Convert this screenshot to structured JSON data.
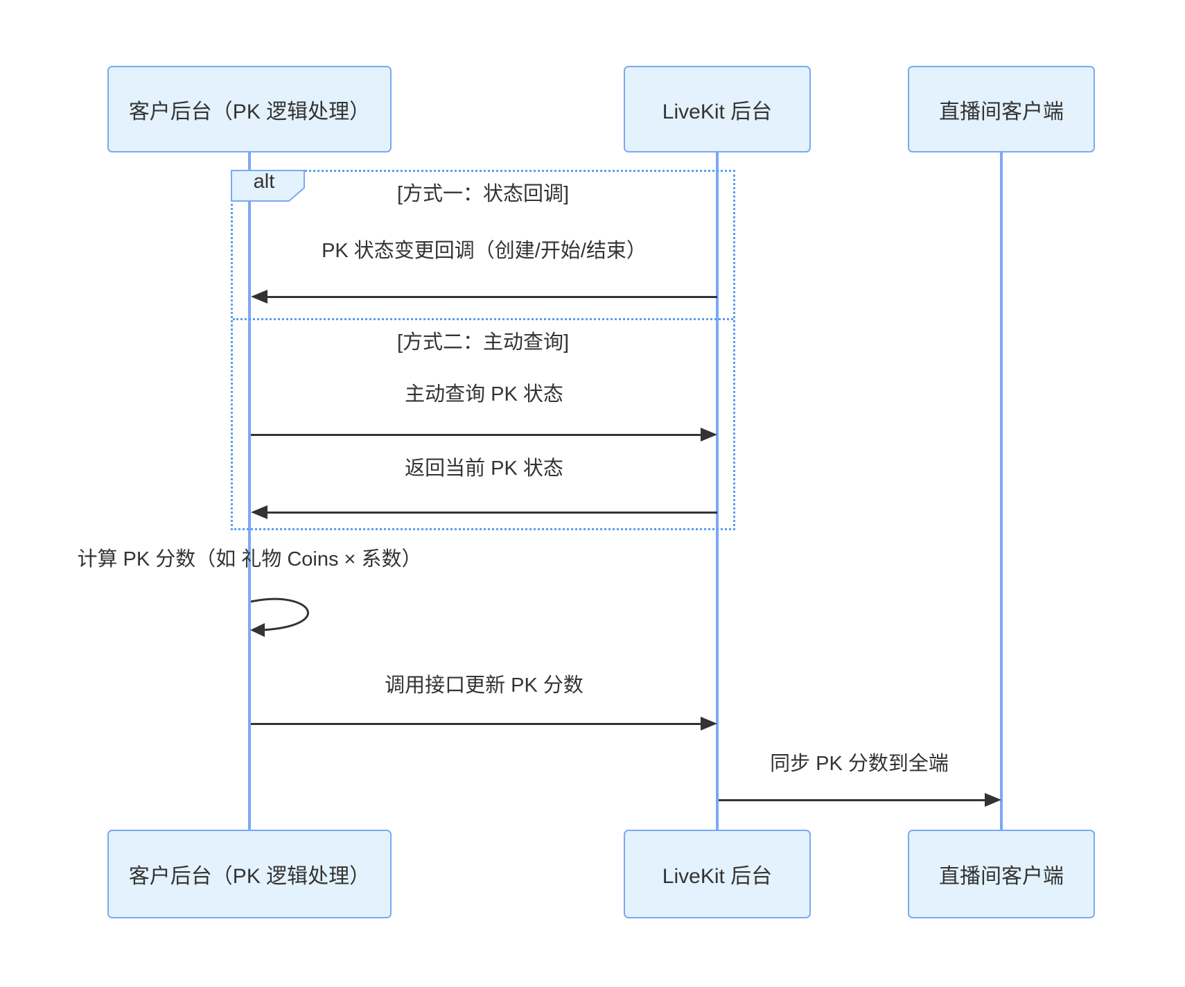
{
  "diagram": {
    "type": "sequence",
    "actors": [
      {
        "id": "customer",
        "label": "客户后台（PK 逻辑处理）"
      },
      {
        "id": "livekit",
        "label": "LiveKit 后台"
      },
      {
        "id": "client",
        "label": "直播间客户端"
      }
    ],
    "alt_frame": {
      "label": "alt",
      "sections": [
        {
          "title": "[方式一：状态回调]"
        },
        {
          "title": "[方式二：主动查询]"
        }
      ]
    },
    "messages": [
      {
        "text": "PK 状态变更回调（创建/开始/结束）",
        "from": "livekit",
        "to": "customer",
        "style": "solid"
      },
      {
        "text": "主动查询 PK 状态",
        "from": "customer",
        "to": "livekit",
        "style": "solid"
      },
      {
        "text": "返回当前 PK 状态",
        "from": "livekit",
        "to": "customer",
        "style": "solid"
      },
      {
        "text": "计算 PK 分数（如 礼物 Coins × 系数）",
        "from": "customer",
        "to": "customer",
        "style": "self-loop"
      },
      {
        "text": "调用接口更新 PK 分数",
        "from": "customer",
        "to": "livekit",
        "style": "solid"
      },
      {
        "text": "同步 PK 分数到全端",
        "from": "livekit",
        "to": "client",
        "style": "solid"
      }
    ],
    "colors": {
      "box_fill": "#e3f2fd",
      "box_border": "#7aa9f2",
      "lifeline": "#7aa9f2",
      "frame_border": "#5c9bf5",
      "arrow": "#333333",
      "text": "#333333"
    }
  }
}
